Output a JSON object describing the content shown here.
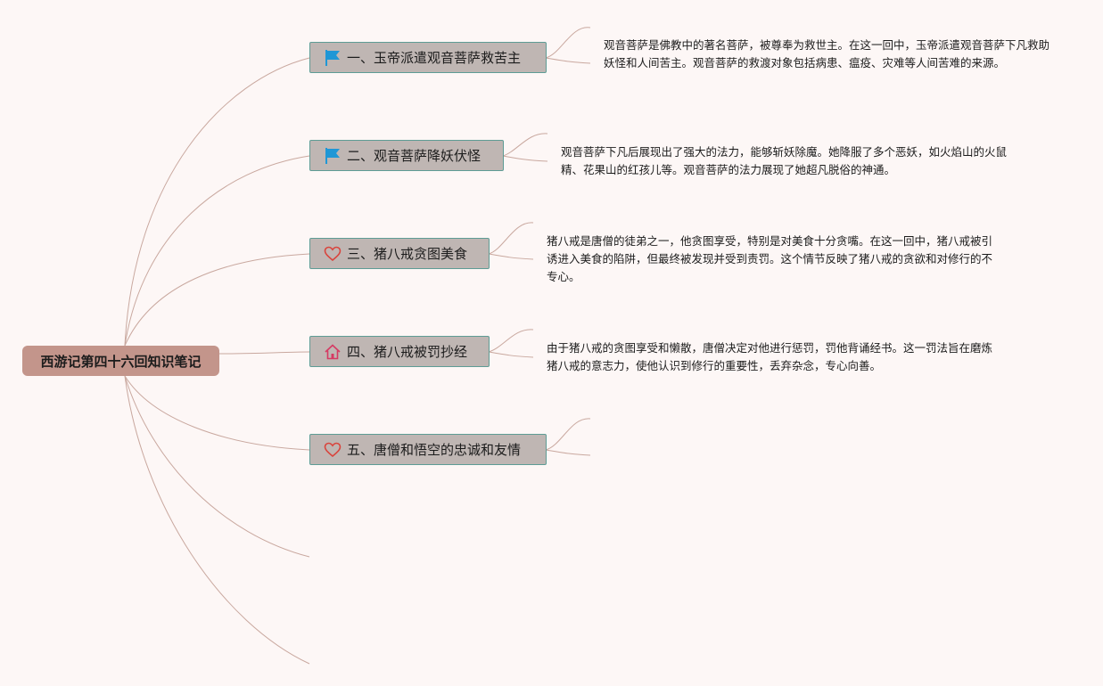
{
  "root": {
    "title": "西游记第四十六回知识笔记"
  },
  "branches": [
    {
      "label": "一、玉帝派遣观音菩萨救苦主",
      "icon": "blue-flag-icon",
      "note": "观音菩萨是佛教中的著名菩萨，被尊奉为救世主。在这一回中，玉帝派遣观音菩萨下凡救助妖怪和人间苦主。观音菩萨的救渡对象包括病患、瘟疫、灾难等人间苦难的来源。"
    },
    {
      "label": "二、观音菩萨降妖伏怪",
      "icon": "blue-flag-icon",
      "note": "观音菩萨下凡后展现出了强大的法力，能够斩妖除魔。她降服了多个恶妖，如火焰山的火鼠精、花果山的红孩儿等。观音菩萨的法力展现了她超凡脱俗的神通。"
    },
    {
      "label": "三、猪八戒贪图美食",
      "icon": "heart-icon",
      "note": "猪八戒是唐僧的徒弟之一，他贪图享受，特别是对美食十分贪嘴。在这一回中，猪八戒被引诱进入美食的陷阱，但最终被发现并受到责罚。这个情节反映了猪八戒的贪欲和对修行的不专心。"
    },
    {
      "label": "四、猪八戒被罚抄经",
      "icon": "home-icon",
      "note": "由于猪八戒的贪图享受和懒散，唐僧决定对他进行惩罚，罚他背诵经书。这一罚法旨在磨炼猪八戒的意志力，使他认识到修行的重要性，丢弃杂念，专心向善。"
    },
    {
      "label": "五、唐僧和悟空的忠诚和友情",
      "icon": "heart-icon",
      "note": ""
    }
  ],
  "colors": {
    "background": "#fdf7f6",
    "root_fill": "#c3958b",
    "branch_fill": "#bfb6b3",
    "branch_border": "#5e9c95",
    "connector": "#c9a89f",
    "flag": "#1f97d6",
    "heart": "#d9443c",
    "home": "#d63a63"
  }
}
